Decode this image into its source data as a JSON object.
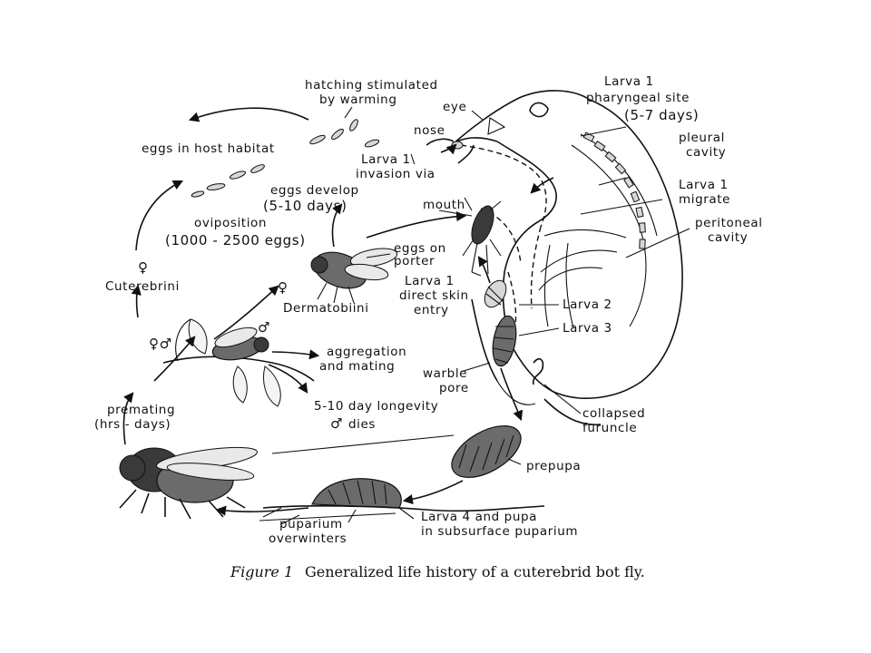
{
  "labels": {
    "hatching_1": "hatching stimulated",
    "hatching_2": "by warming",
    "eye": "eye",
    "nose": "nose",
    "larva1_invasion_1": "Larva 1\\",
    "larva1_invasion_2": "invasion via",
    "eggs_host_habitat": "eggs in host habitat",
    "eggs_develop_1": "eggs develop",
    "eggs_develop_2": "(5-10 days)",
    "oviposition_1": "oviposition",
    "oviposition_2": "(1000 - 2500 eggs)",
    "mouth": "mouth",
    "eggs_on_porter_1": "eggs on",
    "eggs_on_porter_2": "porter",
    "larva1_direct_1": "Larva 1",
    "larva1_direct_2": "direct skin",
    "larva1_direct_3": "entry",
    "female_symbol": "♀",
    "cuterebrini": "Cuterebrini",
    "dermatobiini": "Dermatobiini",
    "male_symbol": "♂",
    "pair_symbols": "♀♂",
    "aggregation_1": "aggregation",
    "aggregation_2": "and mating",
    "longevity_1": "5-10 day longevity",
    "longevity_2": "dies",
    "premating_1": "premating",
    "premating_2": "(hrs - days)",
    "larva1_pharyngeal_1": "Larva 1",
    "larva1_pharyngeal_2": "pharyngeal site",
    "larva1_pharyngeal_3": "(5-7 days)",
    "pleural_1": "pleural",
    "pleural_2": "cavity",
    "larva1_migrate_1": "Larva 1",
    "larva1_migrate_2": "migrate",
    "peritoneal_1": "peritoneal",
    "peritoneal_2": "cavity",
    "larva2": "Larva 2",
    "larva3": "Larva 3",
    "warble_1": "warble",
    "warble_2": "pore",
    "collapsed_1": "collapsed",
    "collapsed_2": "furuncle",
    "prepupa": "prepupa",
    "puparium_1": "puparium",
    "puparium_2": "overwinters",
    "larva4_1": "Larva 4 and pupa",
    "larva4_2": "in subsurface puparium"
  },
  "caption": {
    "figure_label": "Figure 1",
    "text": "Generalized life history of a cuterebrid bot fly."
  }
}
